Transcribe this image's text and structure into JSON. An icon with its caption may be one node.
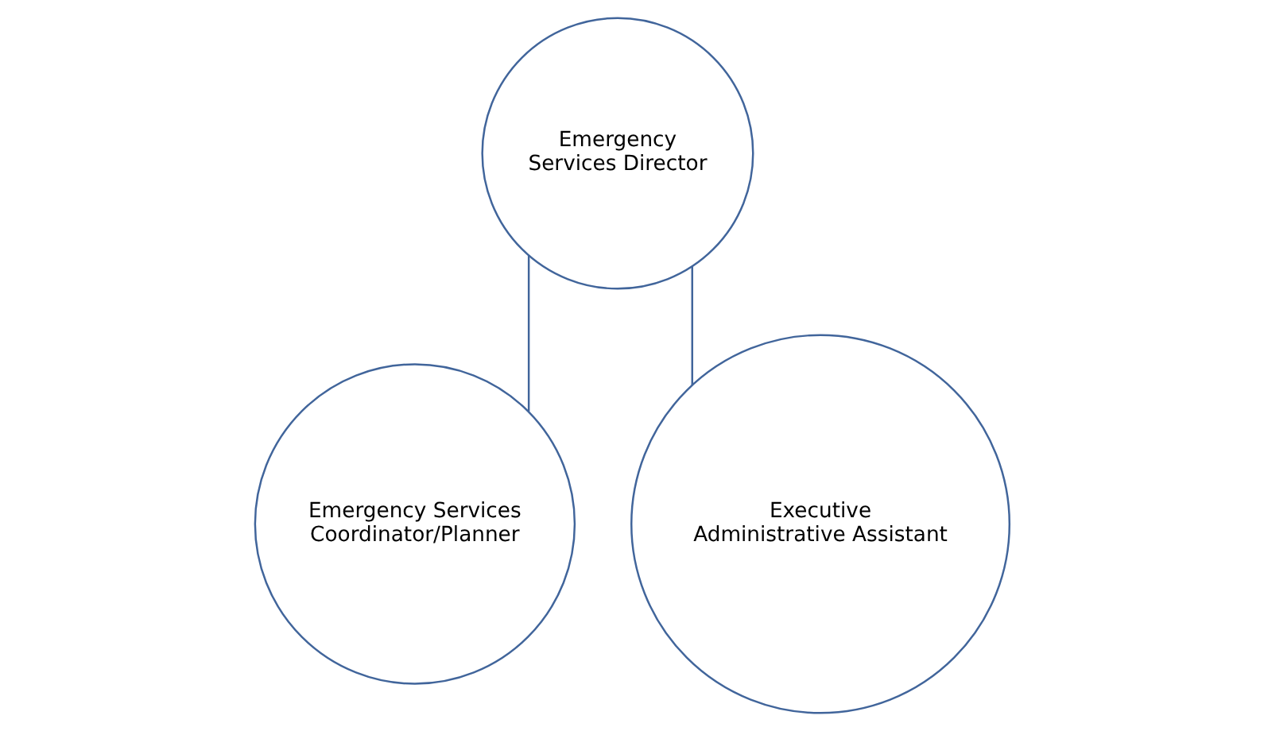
{
  "diagram": {
    "nodes": [
      {
        "text": [
          "Emergency Services Director"
        ]
      },
      {
        "text": [
          "Emergency Services Coordinator/Planner"
        ]
      },
      {
        "text": [
          "Executive Administrative Assistant"
        ]
      }
    ],
    "edges": [
      {
        "from": 0,
        "to": 1,
        "arrow": "none"
      },
      {
        "from": 0,
        "to": 2,
        "arrow": "none"
      }
    ]
  }
}
